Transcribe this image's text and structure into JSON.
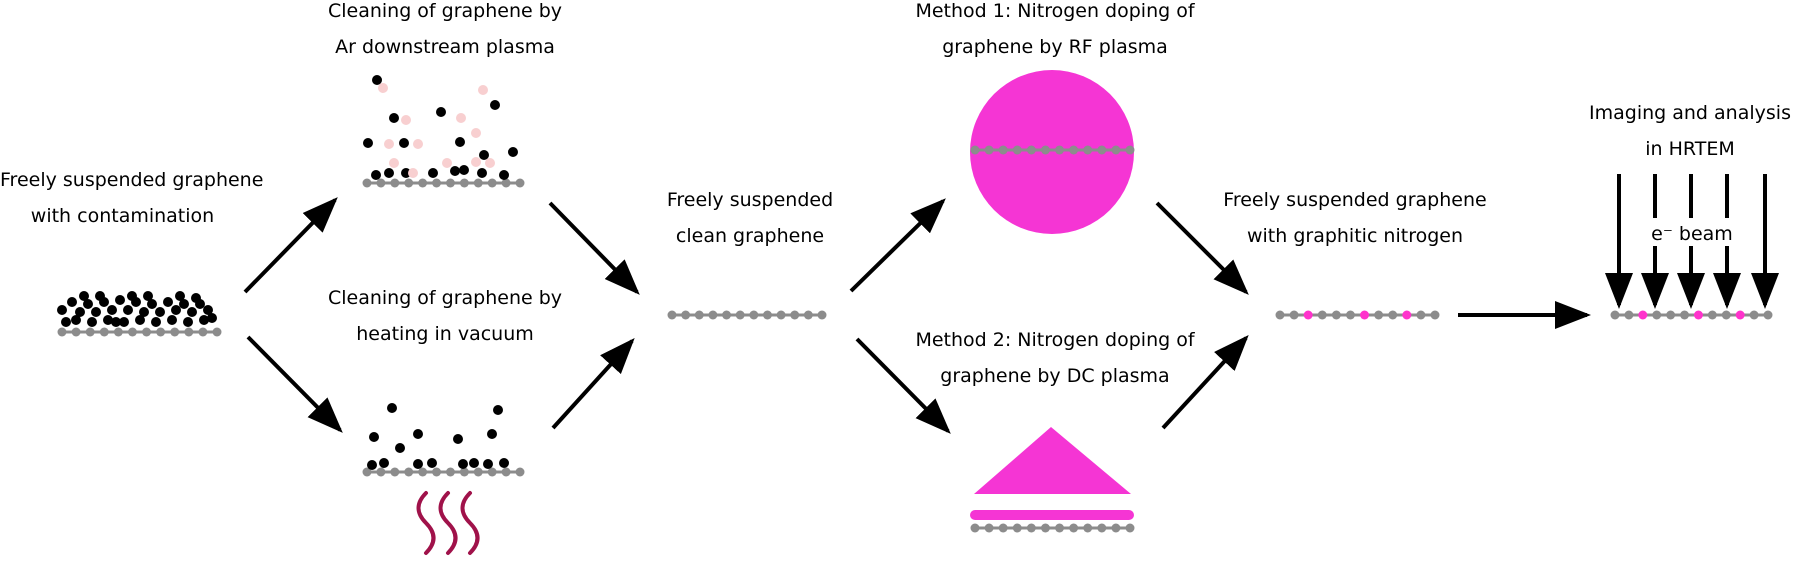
{
  "colors": {
    "graphene_atom": "#8c8c8c",
    "contamination": "#000000",
    "removed_contamination": "#f8cfd0",
    "nitrogen_atom": "#ff33cc",
    "plasma": "#f535d4",
    "heat": "#a0124a",
    "arrow": "#000000"
  },
  "steps": {
    "contaminated": {
      "line1": "Freely suspended graphene",
      "line2": "with contamination"
    },
    "ar_plasma": {
      "line1": "Cleaning of graphene by",
      "line2": "Ar downstream plasma"
    },
    "heating": {
      "line1": "Cleaning of graphene by",
      "line2": "heating in vacuum"
    },
    "clean": {
      "line1": "Freely suspended",
      "line2": "clean graphene"
    },
    "rf_doping": {
      "line1": "Method 1: Nitrogen doping of",
      "line2": "graphene by RF plasma"
    },
    "dc_doping": {
      "line1": "Method 2: Nitrogen doping of",
      "line2": "graphene by DC plasma"
    },
    "doped": {
      "line1": "Freely suspended graphene",
      "line2": "with graphitic nitrogen"
    },
    "hrtem": {
      "line1": "Imaging and analysis",
      "line2": "in HRTEM",
      "beam_label": "e⁻ beam"
    }
  },
  "icons": {
    "flow_arrow": "arrow-icon",
    "heat": "heat-wave-icon",
    "rf_plasma": "rf-plasma-sphere-icon",
    "dc_plasma": "dc-plasma-electrode-icon",
    "electron_beam": "electron-beam-arrow-icon"
  }
}
